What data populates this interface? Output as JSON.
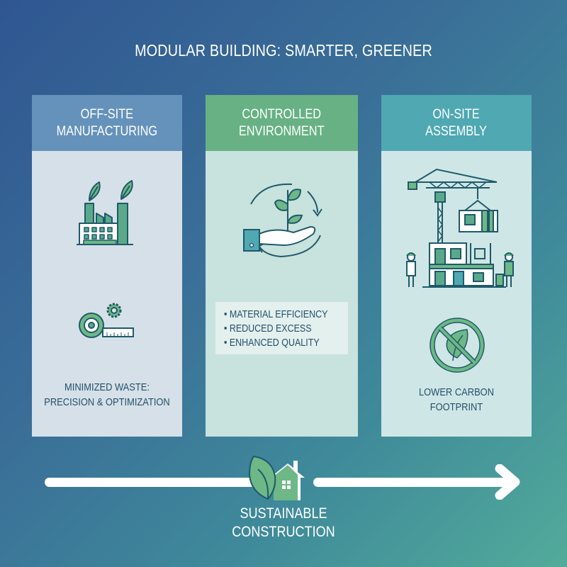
{
  "title": "MODULAR BUILDING: SMARTER, GREENER",
  "panels": [
    {
      "id": "off-site-manufacturing",
      "header": [
        "OFF-SITE",
        "MANUFACTURING"
      ],
      "header_color": "#6592bb",
      "icons": [
        "eco-factory-icon",
        "tape-measure-gear-icon"
      ],
      "caption": [
        "MINIMIZED WASTE:",
        "PRECISION & OPTIMIZATION"
      ]
    },
    {
      "id": "controlled-environment",
      "header": [
        "CONTROLLED",
        "ENVIRONMENT"
      ],
      "header_color": "#67b184",
      "icons": [
        "hand-holding-sprout-cycle-icon"
      ],
      "bullets": [
        "MATERIAL EFFICIENCY",
        "REDUCED EXCESS",
        "ENHANCED QUALITY"
      ]
    },
    {
      "id": "on-site-assembly",
      "header": [
        "ON-SITE",
        "ASSEMBLY"
      ],
      "header_color": "#4fa8b2",
      "icons": [
        "crane-module-workers-icon",
        "no-carbon-leaf-icon"
      ],
      "caption": [
        "LOWER CARBON",
        "FOOTPRINT"
      ]
    }
  ],
  "footer": {
    "icon": "leaf-house-icon",
    "label": [
      "SUSTAINABLE",
      "CONSTRUCTION"
    ]
  },
  "colors": {
    "accent_green": "#67b184",
    "dark_teal": "#1f5a6a",
    "text_dark": "#24506a"
  }
}
